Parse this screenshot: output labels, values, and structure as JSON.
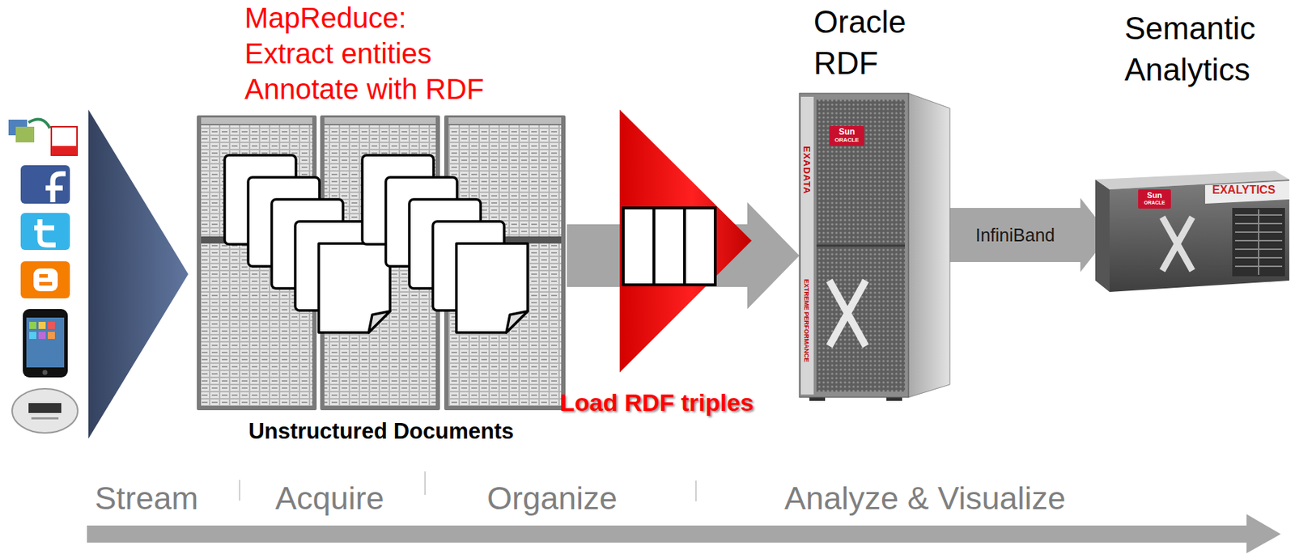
{
  "diagram": {
    "nodes": [
      {
        "text": [
          "MapReduce: Extract entities Annotate with RDF",
          "Unstructured Documents"
        ]
      },
      {
        "text": [
          "Oracle RDF"
        ]
      },
      {
        "text": [
          "Semantic Analytics"
        ]
      }
    ],
    "edges": [
      {
        "from": 0,
        "to": 1,
        "label": "Load RDF triples",
        "arrow": "to"
      },
      {
        "from": 1,
        "to": 2,
        "label": "InfiniBand",
        "arrow": "to"
      }
    ],
    "labels": [
      "Stream",
      "Acquire",
      "Organize",
      "Analyze & Visualize",
      "Sun",
      "ORACLE",
      "EXADATA",
      "EXTREME PERFORMANCE",
      "Sun",
      "ORACLE",
      "EXALYTICS"
    ]
  }
}
